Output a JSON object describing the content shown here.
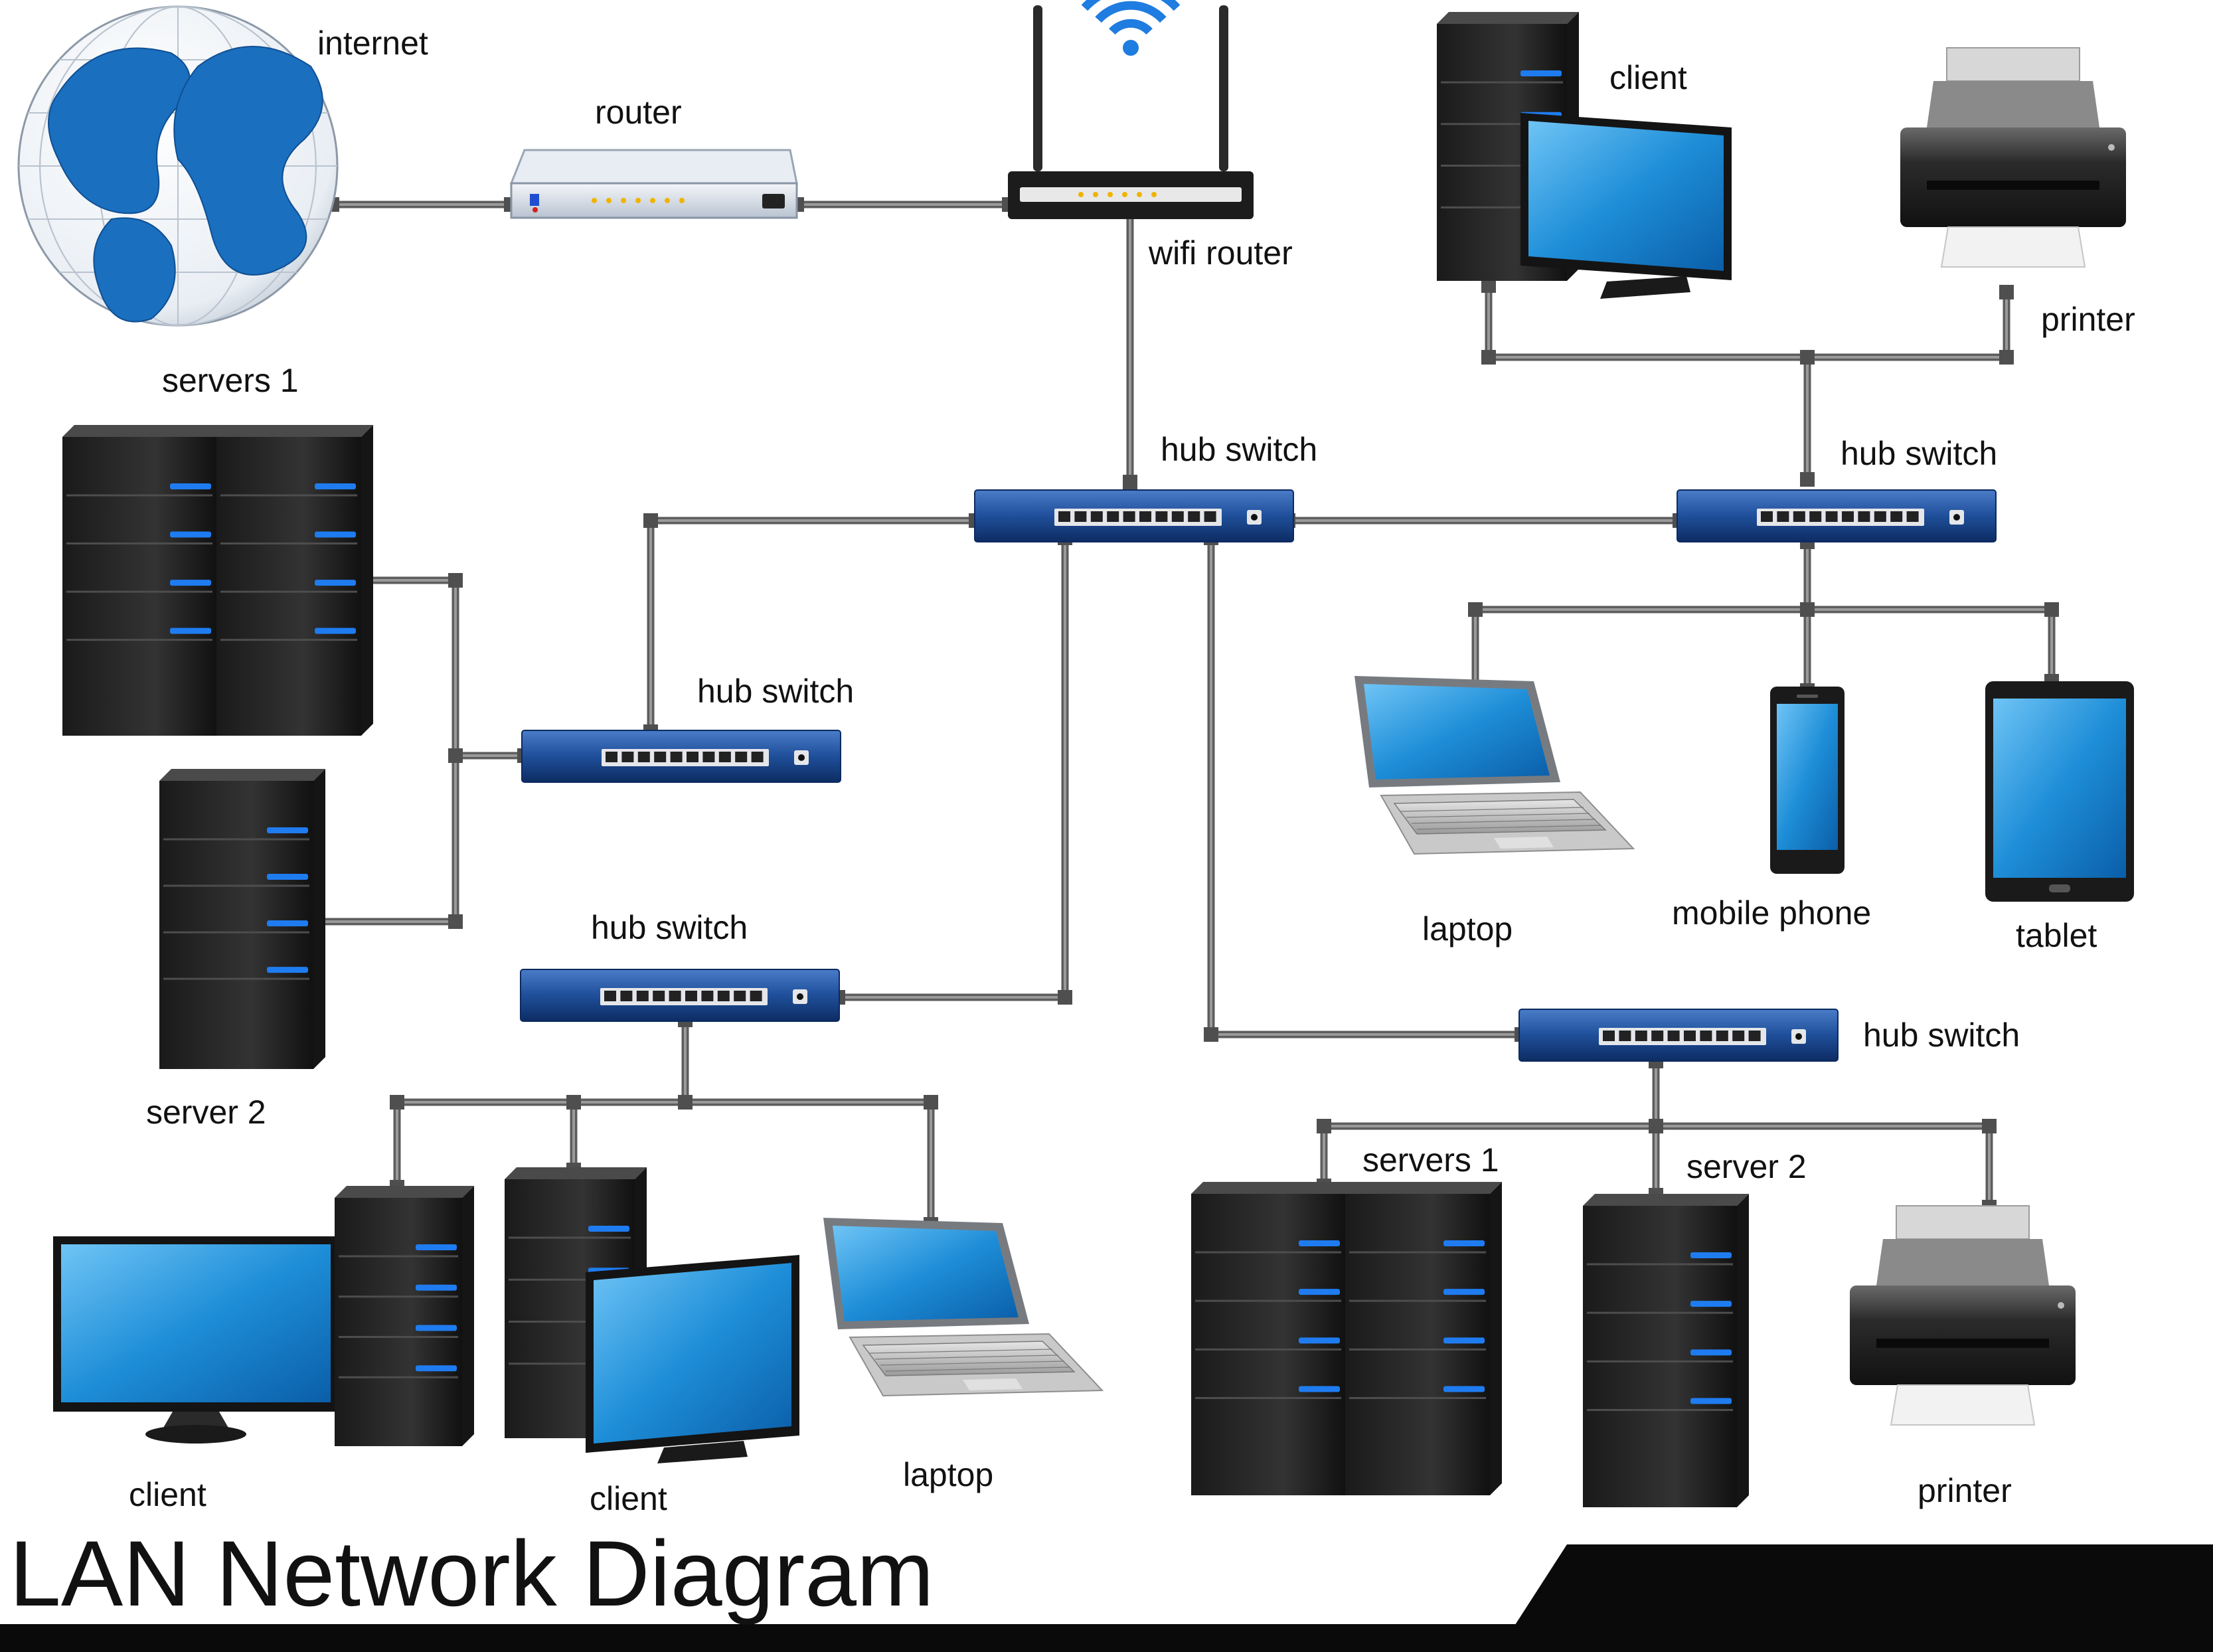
{
  "title": "LAN Network Diagram",
  "colors": {
    "screen": "#1e8ed8",
    "globe_ocean": "#1a6fbf",
    "switch_blue": "#1f4f9a",
    "led_blue": "#1f7cf0",
    "tower": "#262626",
    "cable": "#6e6e6e",
    "footer_bar": "#0a0a0a"
  },
  "nodes": {
    "internet": {
      "label": "internet",
      "icon": "globe-icon"
    },
    "router": {
      "label": "router",
      "icon": "router-icon"
    },
    "wifi_router": {
      "label": "wifi router",
      "icon": "wifi-router-icon"
    },
    "client_top": {
      "label": "client",
      "icon": "desktop-tower-monitor-icon"
    },
    "printer_top": {
      "label": "printer",
      "icon": "printer-icon"
    },
    "servers1_left": {
      "label": "servers 1",
      "icon": "server-rack-icon"
    },
    "server2_left": {
      "label": "server 2",
      "icon": "server-tower-icon"
    },
    "hub_center": {
      "label": "hub switch",
      "icon": "switch-icon"
    },
    "hub_right": {
      "label": "hub switch",
      "icon": "switch-icon"
    },
    "hub_left": {
      "label": "hub switch",
      "icon": "switch-icon"
    },
    "hub_bottom_left": {
      "label": "hub switch",
      "icon": "switch-icon"
    },
    "hub_bottom_right": {
      "label": "hub switch",
      "icon": "switch-icon"
    },
    "laptop_right": {
      "label": "laptop",
      "icon": "laptop-icon"
    },
    "mobile_phone": {
      "label": "mobile phone",
      "icon": "mobile-phone-icon"
    },
    "tablet": {
      "label": "tablet",
      "icon": "tablet-icon"
    },
    "client_bl1": {
      "label": "client",
      "icon": "desktop-monitor-tower-icon"
    },
    "client_bl2": {
      "label": "client",
      "icon": "desktop-tower-monitor-icon"
    },
    "laptop_bl": {
      "label": "laptop",
      "icon": "laptop-icon"
    },
    "servers1_br": {
      "label": "servers 1",
      "icon": "server-rack-icon"
    },
    "server2_br": {
      "label": "server 2",
      "icon": "server-tower-icon"
    },
    "printer_br": {
      "label": "printer",
      "icon": "printer-icon"
    }
  },
  "links": [
    [
      "internet",
      "router"
    ],
    [
      "router",
      "wifi_router"
    ],
    [
      "wifi_router",
      "hub_center"
    ],
    [
      "hub_center",
      "hub_right"
    ],
    [
      "hub_center",
      "hub_left"
    ],
    [
      "hub_center",
      "hub_bottom_left"
    ],
    [
      "hub_center",
      "hub_bottom_right"
    ],
    [
      "hub_right",
      "client_top"
    ],
    [
      "hub_right",
      "printer_top"
    ],
    [
      "hub_right",
      "laptop_right"
    ],
    [
      "hub_right",
      "mobile_phone"
    ],
    [
      "hub_right",
      "tablet"
    ],
    [
      "hub_left",
      "servers1_left"
    ],
    [
      "hub_left",
      "server2_left"
    ],
    [
      "hub_bottom_left",
      "client_bl1"
    ],
    [
      "hub_bottom_left",
      "client_bl2"
    ],
    [
      "hub_bottom_left",
      "laptop_bl"
    ],
    [
      "hub_bottom_right",
      "servers1_br"
    ],
    [
      "hub_bottom_right",
      "server2_br"
    ],
    [
      "hub_bottom_right",
      "printer_br"
    ]
  ]
}
